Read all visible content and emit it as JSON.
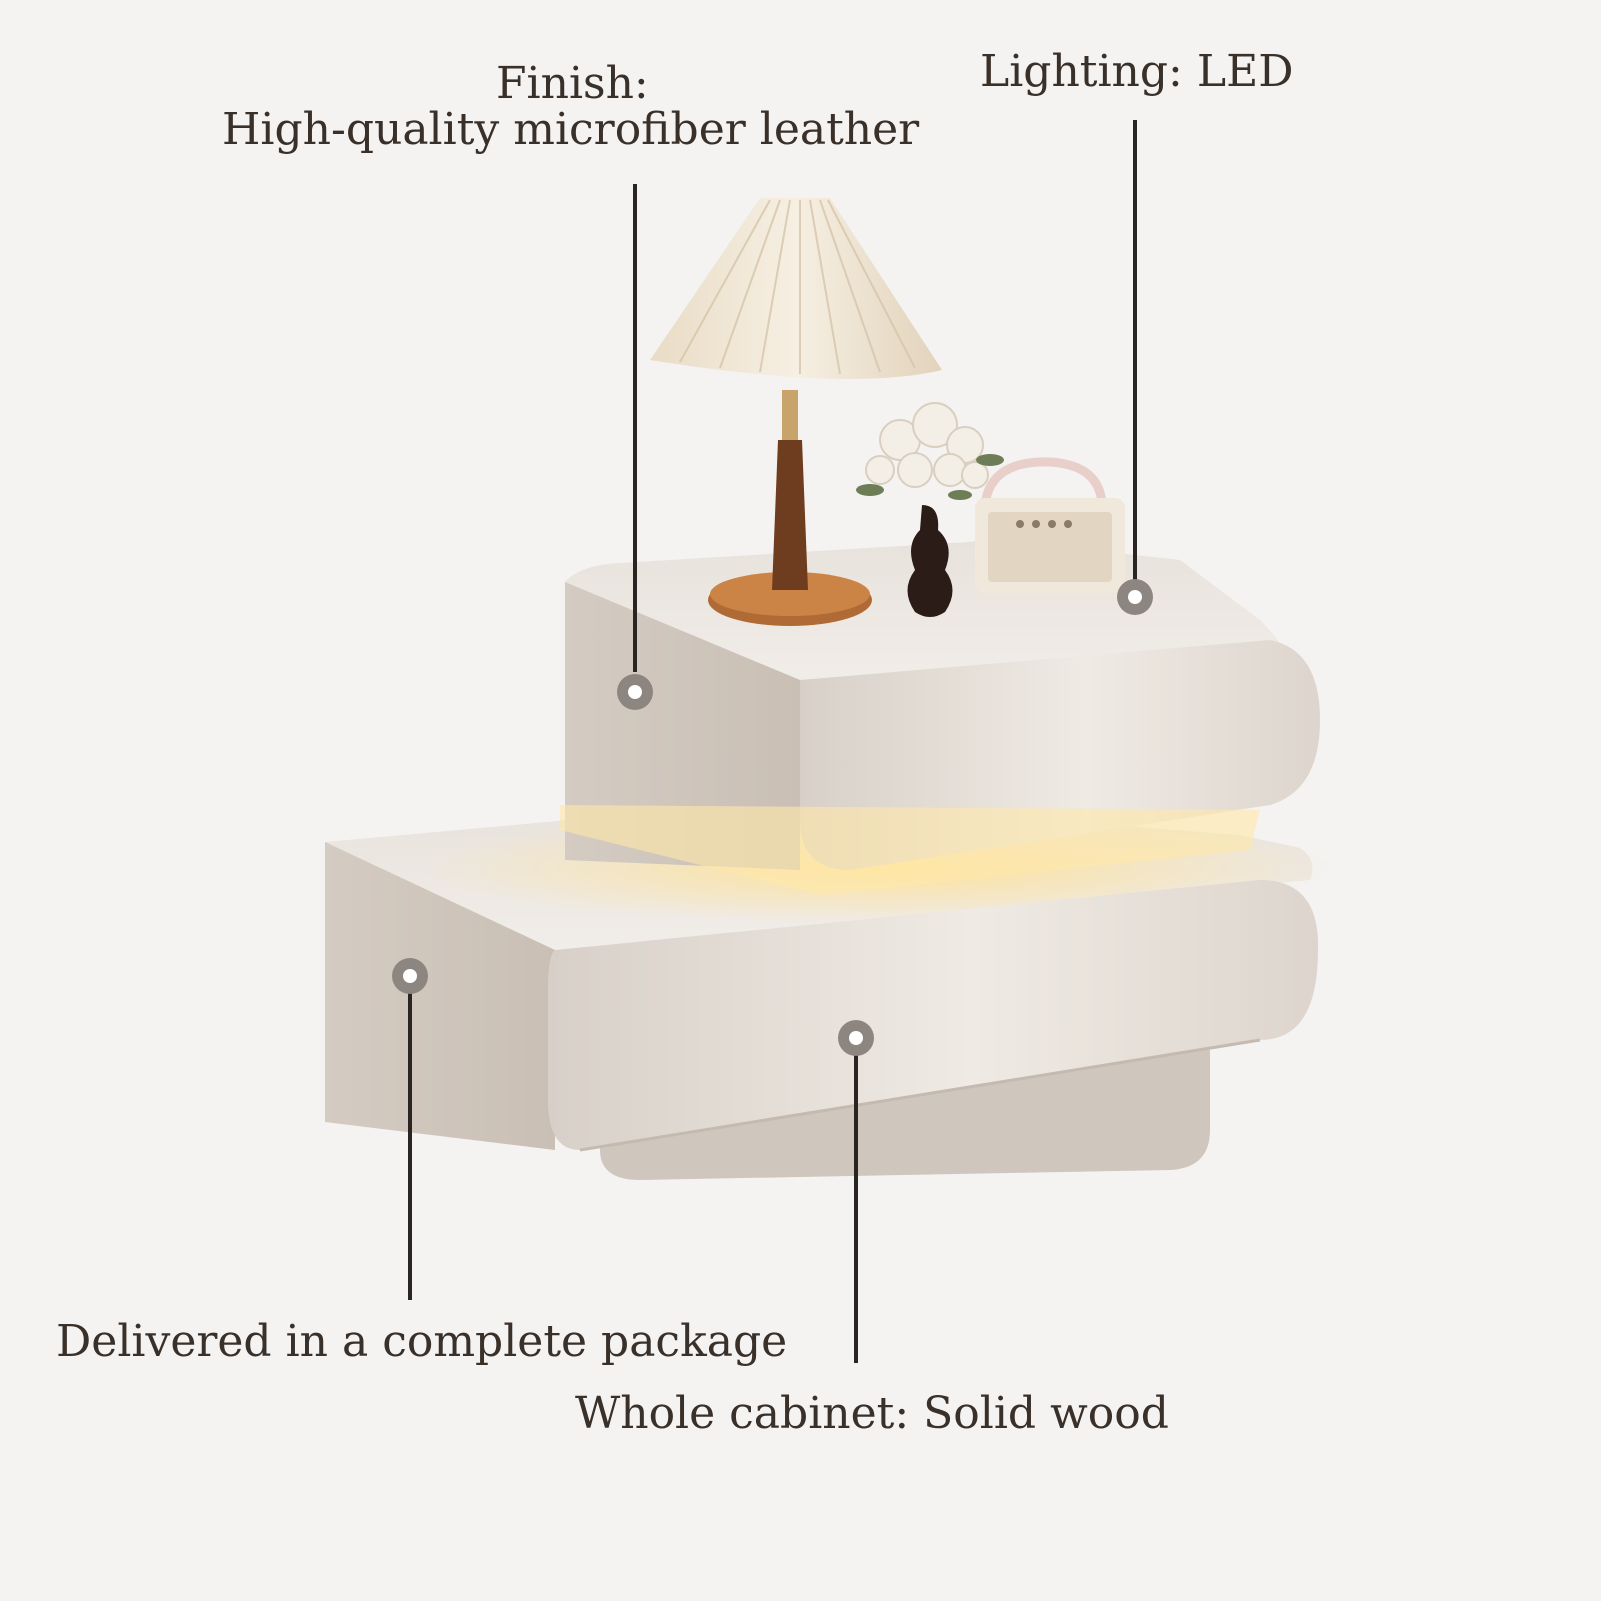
{
  "callouts": {
    "finish_title": "Finish:",
    "finish_value": "High-quality microfiber leather",
    "lighting": "Lighting: LED",
    "delivered": "Delivered in a complete package",
    "cabinet": "Whole cabinet: Solid wood"
  },
  "colors": {
    "background": "#f4f3f2",
    "text": "#3a302a",
    "cabinet": "#e4ddd5",
    "led_glow": "#ffe6a0",
    "leader_line": "#2a2522"
  },
  "objects": [
    "table-lamp",
    "flower-vase",
    "retro-radio",
    "two-tier-nightstand"
  ]
}
